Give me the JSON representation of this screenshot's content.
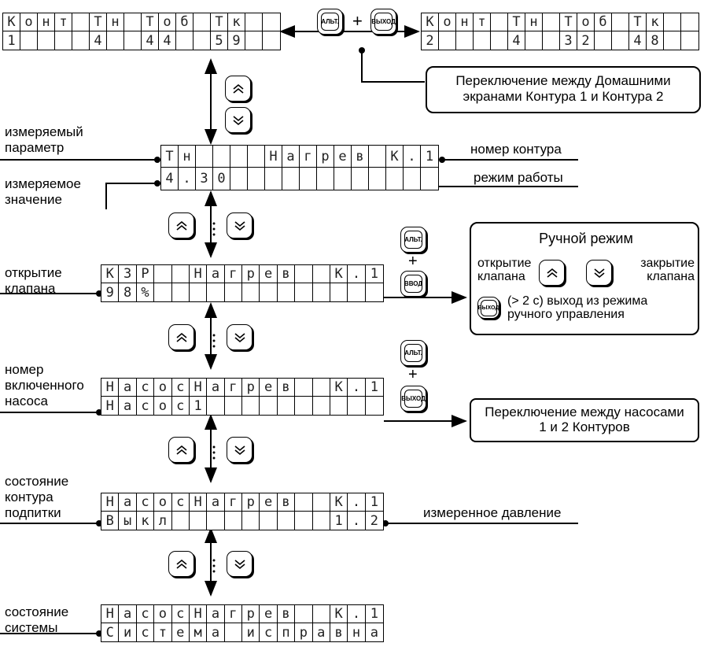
{
  "lcd_screens": {
    "home1": {
      "row1": [
        "К",
        "о",
        "н",
        "т",
        "",
        "Т",
        "н",
        "",
        "Т",
        "о",
        "б",
        "",
        "Т",
        "к",
        "",
        ""
      ],
      "row2": [
        "1",
        "",
        "",
        "",
        "",
        "4",
        "",
        "",
        "4",
        "4",
        "",
        "",
        "5",
        "9",
        "",
        ""
      ]
    },
    "home2": {
      "row1": [
        "К",
        "о",
        "н",
        "т",
        "",
        "Т",
        "н",
        "",
        "Т",
        "о",
        "б",
        "",
        "Т",
        "к",
        "",
        ""
      ],
      "row2": [
        "2",
        "",
        "",
        "",
        "",
        "4",
        "",
        "",
        "3",
        "2",
        "",
        "",
        "4",
        "8",
        "",
        ""
      ]
    },
    "s1": {
      "row1": [
        "Т",
        "н",
        "",
        "",
        "",
        "",
        "Н",
        "а",
        "г",
        "р",
        "е",
        "в",
        "",
        "К",
        ".",
        "1"
      ],
      "row2": [
        "4",
        ".",
        "3",
        "0",
        "",
        "",
        "",
        "",
        "",
        "",
        "",
        "",
        "",
        "",
        "",
        ""
      ]
    },
    "s2": {
      "row1": [
        "К",
        "З",
        "Р",
        "",
        "",
        "Н",
        "а",
        "г",
        "р",
        "е",
        "в",
        "",
        "",
        "К",
        ".",
        "1"
      ],
      "row2": [
        "9",
        "8",
        "%",
        "",
        "",
        "",
        "",
        "",
        "",
        "",
        "",
        "",
        "",
        "",
        "",
        ""
      ]
    },
    "s3": {
      "row1": [
        "Н",
        "а",
        "с",
        "о",
        "с",
        "Н",
        "а",
        "г",
        "р",
        "е",
        "в",
        "",
        "",
        "К",
        ".",
        "1"
      ],
      "row2": [
        "Н",
        "а",
        "с",
        "о",
        "с",
        "1",
        "",
        "",
        "",
        "",
        "",
        "",
        "",
        "",
        "",
        ""
      ]
    },
    "s4": {
      "row1": [
        "Н",
        "а",
        "с",
        "о",
        "с",
        "Н",
        "а",
        "г",
        "р",
        "е",
        "в",
        "",
        "",
        "К",
        ".",
        "1"
      ],
      "row2": [
        "В",
        "ы",
        "к",
        "л",
        "",
        "",
        "",
        "",
        "",
        "",
        "",
        "",
        "",
        "1",
        ".",
        "2"
      ]
    },
    "s5": {
      "row1": [
        "Н",
        "а",
        "с",
        "о",
        "с",
        "Н",
        "а",
        "г",
        "р",
        "е",
        "в",
        "",
        "",
        "К",
        ".",
        "1"
      ],
      "row2": [
        "С",
        "и",
        "с",
        "т",
        "е",
        "м",
        "а",
        "",
        "и",
        "с",
        "п",
        "р",
        "а",
        "в",
        "н",
        "а"
      ]
    }
  },
  "keys": {
    "alt": "АЛЬТ.",
    "exit": "ВЫХОД",
    "enter": "ВВОД",
    "plus": "+"
  },
  "labels": {
    "switch_home": "Переключение между Домашними экранами Контура 1 и Контура 2",
    "measured_param": "измеряемый параметр",
    "circuit_number": "номер контура",
    "measured_value": "измеряемое значение",
    "mode": "режим работы",
    "valve_open": "открытие клапана",
    "active_pump": "номер включенного насоса",
    "switch_pumps": "Переключение между насосами 1 и 2 Контуров",
    "makeup_state": "состояние контура подпитки",
    "measured_pressure": "измеренное давление",
    "system_state": "состояние системы"
  },
  "manual": {
    "title": "Ручной режим",
    "open": "открытие клапана",
    "close": "закрытие клапана",
    "exit_hint": "(> 2 с) выход из режима ручного управления"
  }
}
